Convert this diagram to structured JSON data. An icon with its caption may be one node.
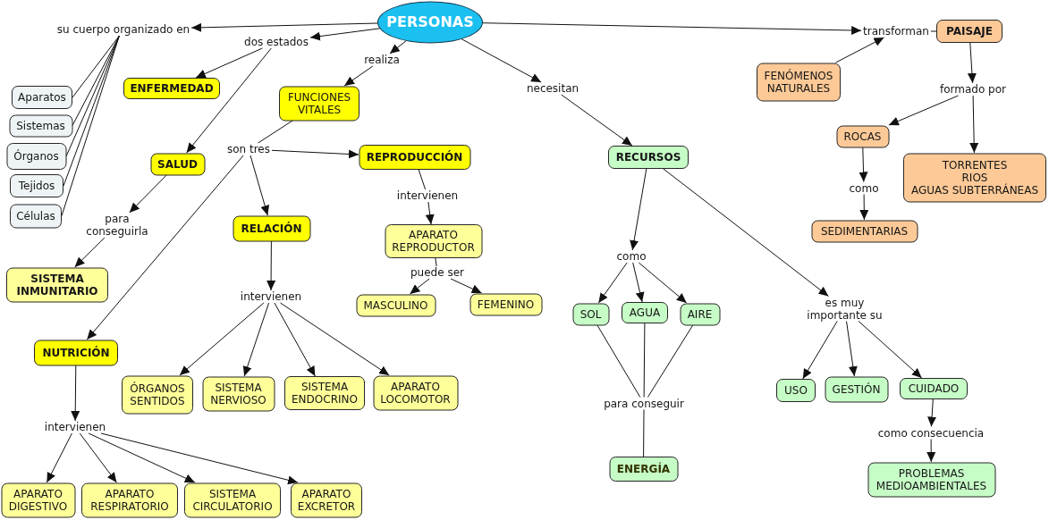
{
  "diagram": {
    "nodes": [
      {
        "text": [
          "PERSONAS"
        ]
      },
      {
        "text": [
          "su cuerpo organizado en"
        ]
      },
      {
        "text": [
          "dos estados"
        ]
      },
      {
        "text": [
          "realiza"
        ]
      },
      {
        "text": [
          "necesitan"
        ]
      },
      {
        "text": [
          "transforman"
        ]
      },
      {
        "text": [
          "PAISAJE"
        ]
      },
      {
        "text": [
          "FENÓMENOS NATURALES"
        ]
      },
      {
        "text": [
          "Aparatos"
        ]
      },
      {
        "text": [
          "Sistemas"
        ]
      },
      {
        "text": [
          "Órganos"
        ]
      },
      {
        "text": [
          "Tejidos"
        ]
      },
      {
        "text": [
          "Células"
        ]
      },
      {
        "text": [
          "ENFERMEDAD"
        ]
      },
      {
        "text": [
          "FUNCIONES VITALES"
        ]
      },
      {
        "text": [
          "SALUD"
        ]
      },
      {
        "text": [
          "son tres"
        ]
      },
      {
        "text": [
          "REPRODUCCIÓN"
        ]
      },
      {
        "text": [
          "RELACIÓN"
        ]
      },
      {
        "text": [
          "intervienen"
        ]
      },
      {
        "text": [
          "APARATO REPRODUCTOR"
        ]
      },
      {
        "text": [
          "puede ser"
        ]
      },
      {
        "text": [
          "MASCULINO"
        ]
      },
      {
        "text": [
          "FEMENINO"
        ]
      },
      {
        "text": [
          "para conseguirla"
        ]
      },
      {
        "text": [
          "SISTEMA INMUNITARIO"
        ]
      },
      {
        "text": [
          "NUTRICIÓN"
        ]
      },
      {
        "text": [
          "intervienen"
        ]
      },
      {
        "text": [
          "ÓRGANOS SENTIDOS"
        ]
      },
      {
        "text": [
          "SISTEMA NERVIOSO"
        ]
      },
      {
        "text": [
          "SISTEMA ENDOCRINO"
        ]
      },
      {
        "text": [
          "APARATO LOCOMOTOR"
        ]
      },
      {
        "text": [
          "intervienen"
        ]
      },
      {
        "text": [
          "APARATO DIGESTIVO"
        ]
      },
      {
        "text": [
          "APARATO RESPIRATORIO"
        ]
      },
      {
        "text": [
          "SISTEMA CIRCULATORIO"
        ]
      },
      {
        "text": [
          "APARATO EXCRETOR"
        ]
      },
      {
        "text": [
          "RECURSOS"
        ]
      },
      {
        "text": [
          "como"
        ]
      },
      {
        "text": [
          "SOL"
        ]
      },
      {
        "text": [
          "AGUA"
        ]
      },
      {
        "text": [
          "AIRE"
        ]
      },
      {
        "text": [
          "para conseguir"
        ]
      },
      {
        "text": [
          "ENERGÍA"
        ]
      },
      {
        "text": [
          "es muy importante su"
        ]
      },
      {
        "text": [
          "USO"
        ]
      },
      {
        "text": [
          "GESTIÓN"
        ]
      },
      {
        "text": [
          "CUIDADO"
        ]
      },
      {
        "text": [
          "como consecuencia"
        ]
      },
      {
        "text": [
          "PROBLEMAS MEDIOAMBIENTALES"
        ]
      },
      {
        "text": [
          "formado por"
        ]
      },
      {
        "text": [
          "ROCAS"
        ]
      },
      {
        "text": [
          "TORRENTES",
          "RIOS",
          "AGUAS SUBTERRÁNEAS"
        ]
      },
      {
        "text": [
          "como"
        ]
      },
      {
        "text": [
          "SEDIMENTARIAS"
        ]
      }
    ],
    "edges": [
      {
        "from": 0,
        "to": 1,
        "arrow": "to"
      },
      {
        "from": 0,
        "to": 2,
        "arrow": "to"
      },
      {
        "from": 0,
        "to": 3,
        "arrow": "to"
      },
      {
        "from": 0,
        "to": 4,
        "arrow": "to"
      },
      {
        "from": 0,
        "to": 5,
        "arrow": "to"
      },
      {
        "from": 7,
        "to": 5,
        "arrow": "to"
      },
      {
        "from": 5,
        "to": 6,
        "arrow": "none"
      },
      {
        "from": 1,
        "to": 8,
        "arrow": "none"
      },
      {
        "from": 1,
        "to": 9,
        "arrow": "none"
      },
      {
        "from": 1,
        "to": 10,
        "arrow": "none"
      },
      {
        "from": 1,
        "to": 11,
        "arrow": "none"
      },
      {
        "from": 1,
        "to": 12,
        "arrow": "none"
      },
      {
        "from": 2,
        "to": 13,
        "arrow": "to"
      },
      {
        "from": 2,
        "to": 15,
        "arrow": "to"
      },
      {
        "from": 3,
        "to": 14,
        "arrow": "to"
      },
      {
        "from": 14,
        "to": 16,
        "arrow": "none"
      },
      {
        "from": 16,
        "to": 17,
        "arrow": "to"
      },
      {
        "from": 16,
        "to": 18,
        "arrow": "to"
      },
      {
        "from": 16,
        "to": 26,
        "arrow": "to"
      },
      {
        "from": 17,
        "to": 19,
        "arrow": "none"
      },
      {
        "from": 19,
        "to": 20,
        "arrow": "to"
      },
      {
        "from": 20,
        "to": 21,
        "arrow": "none"
      },
      {
        "from": 21,
        "to": 22,
        "arrow": "to"
      },
      {
        "from": 21,
        "to": 23,
        "arrow": "to"
      },
      {
        "from": 15,
        "to": 24,
        "arrow": "to"
      },
      {
        "from": 24,
        "to": 25,
        "arrow": "to"
      },
      {
        "from": 18,
        "to": 27,
        "arrow": "to"
      },
      {
        "from": 27,
        "to": 28,
        "arrow": "to"
      },
      {
        "from": 27,
        "to": 29,
        "arrow": "to"
      },
      {
        "from": 27,
        "to": 30,
        "arrow": "to"
      },
      {
        "from": 27,
        "to": 31,
        "arrow": "to"
      },
      {
        "from": 26,
        "to": 32,
        "arrow": "to"
      },
      {
        "from": 32,
        "to": 33,
        "arrow": "to"
      },
      {
        "from": 32,
        "to": 34,
        "arrow": "to"
      },
      {
        "from": 32,
        "to": 35,
        "arrow": "to"
      },
      {
        "from": 32,
        "to": 36,
        "arrow": "to"
      },
      {
        "from": 4,
        "to": 37,
        "arrow": "to"
      },
      {
        "from": 37,
        "to": 38,
        "arrow": "to"
      },
      {
        "from": 38,
        "to": 39,
        "arrow": "to"
      },
      {
        "from": 38,
        "to": 40,
        "arrow": "to"
      },
      {
        "from": 38,
        "to": 41,
        "arrow": "to"
      },
      {
        "from": 39,
        "to": 42,
        "arrow": "none"
      },
      {
        "from": 40,
        "to": 42,
        "arrow": "none"
      },
      {
        "from": 41,
        "to": 42,
        "arrow": "none"
      },
      {
        "from": 42,
        "to": 43,
        "arrow": "none"
      },
      {
        "from": 37,
        "to": 44,
        "arrow": "to"
      },
      {
        "from": 44,
        "to": 45,
        "arrow": "to"
      },
      {
        "from": 44,
        "to": 46,
        "arrow": "to"
      },
      {
        "from": 44,
        "to": 47,
        "arrow": "to"
      },
      {
        "from": 47,
        "to": 48,
        "arrow": "to"
      },
      {
        "from": 48,
        "to": 49,
        "arrow": "to"
      },
      {
        "from": 6,
        "to": 50,
        "arrow": "to"
      },
      {
        "from": 50,
        "to": 51,
        "arrow": "to"
      },
      {
        "from": 50,
        "to": 52,
        "arrow": "to"
      },
      {
        "from": 51,
        "to": 53,
        "arrow": "to"
      },
      {
        "from": 53,
        "to": 54,
        "arrow": "to"
      }
    ]
  }
}
